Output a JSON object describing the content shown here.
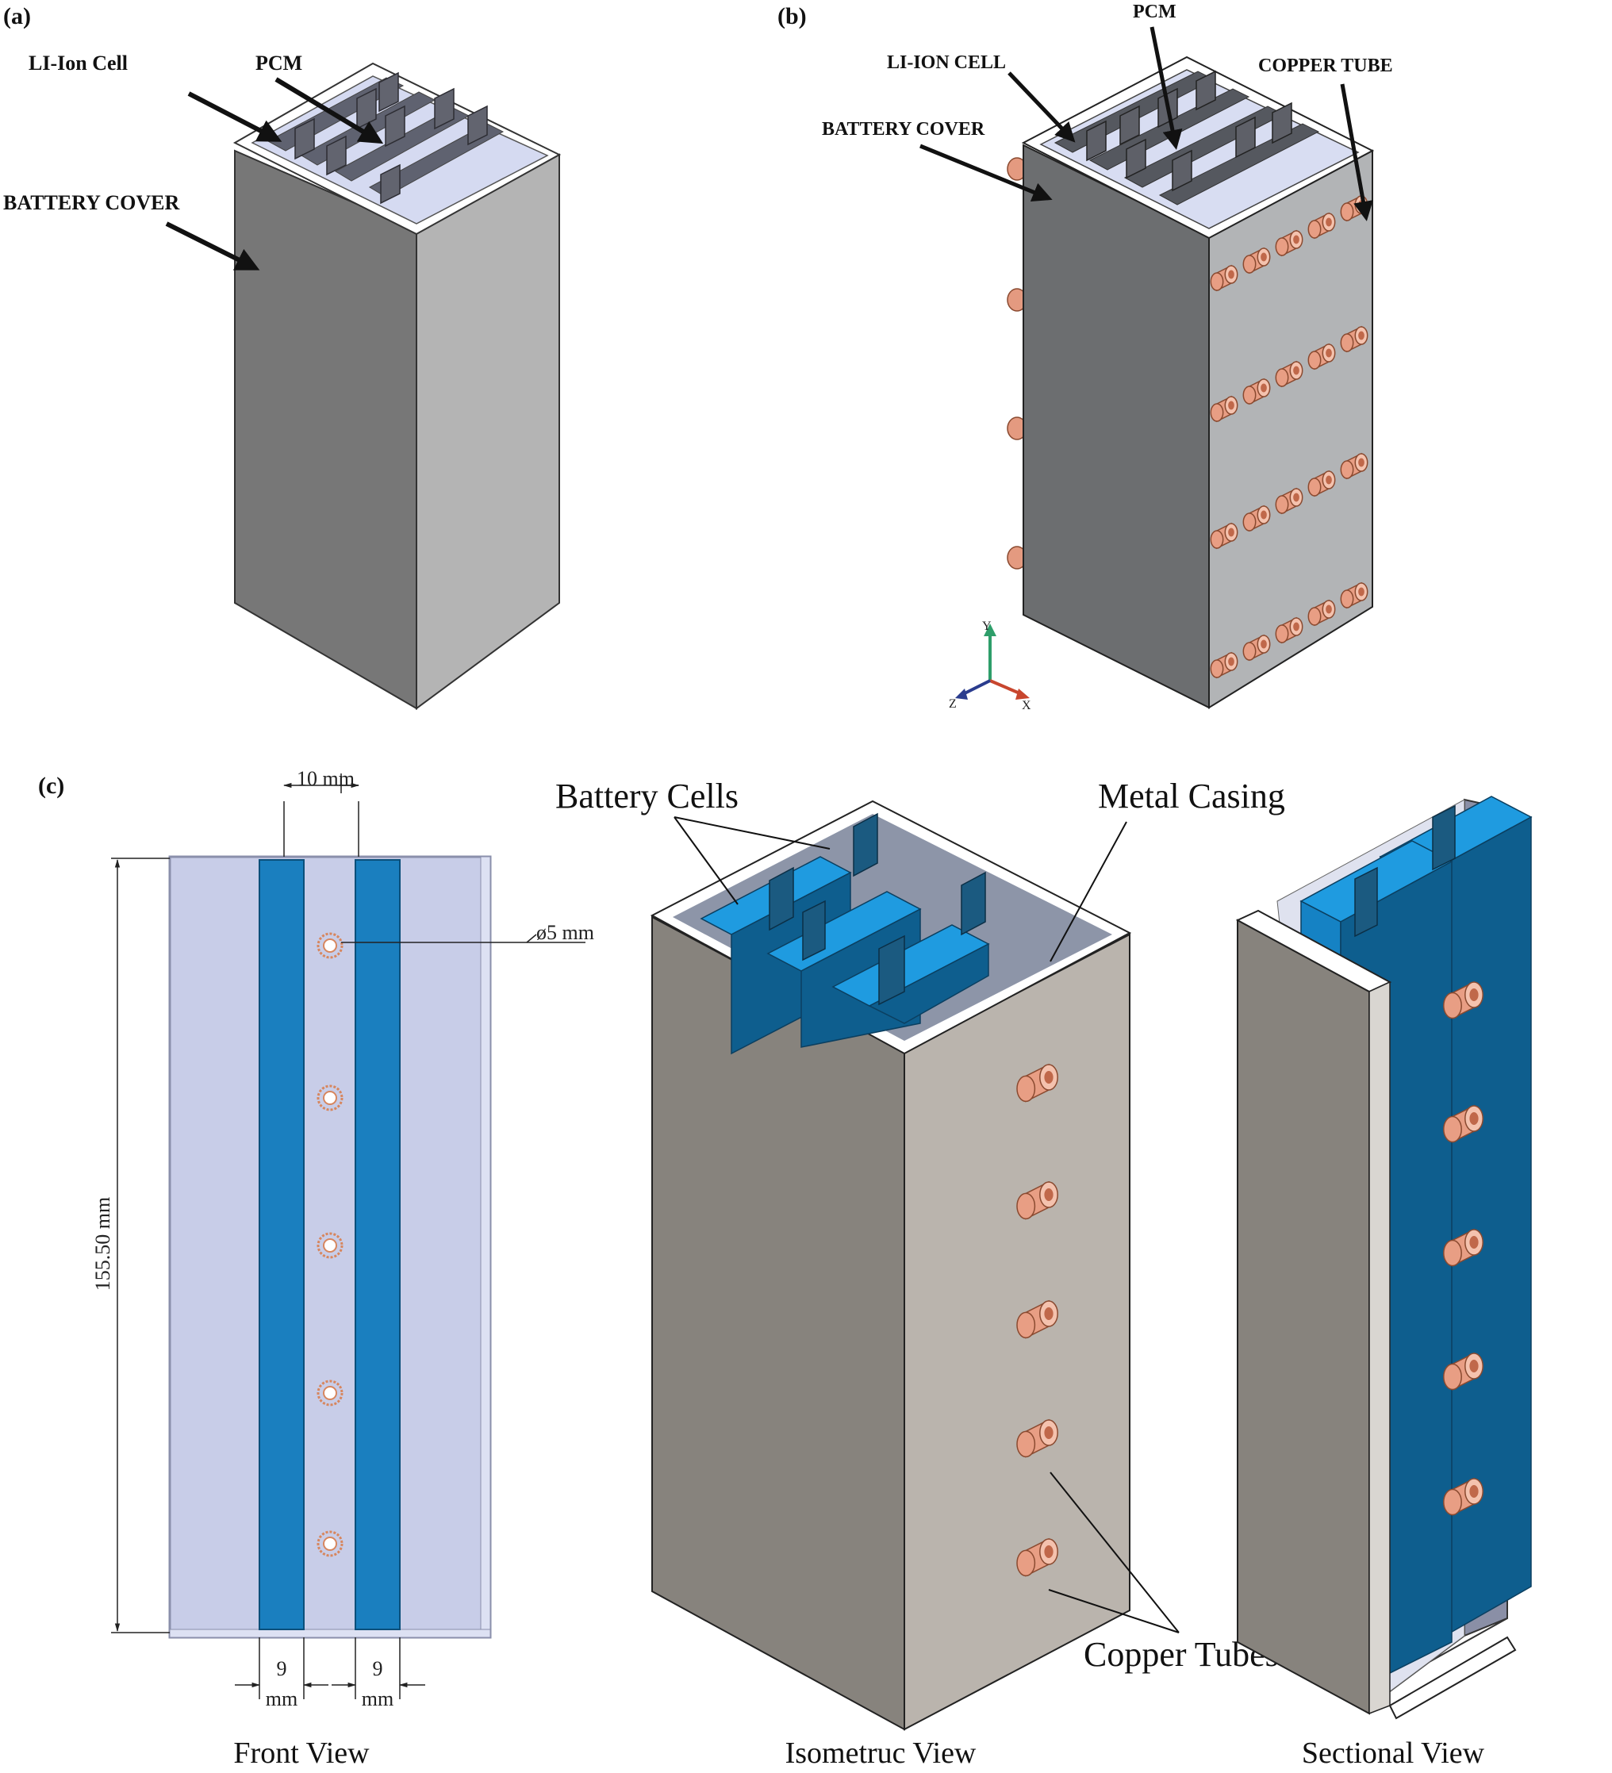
{
  "panel_a": {
    "tag": "(a)",
    "labels": {
      "pcm": "PCM",
      "cell": "LI-Ion Cell",
      "cover": "BATTERY COVER"
    }
  },
  "panel_b": {
    "tag": "(b)",
    "labels": {
      "pcm": "PCM",
      "cell": "LI-ION CELL",
      "cover": "BATTERY COVER",
      "tube": "COPPER TUBE"
    },
    "axes": {
      "y": "Y",
      "z": "Z",
      "x": "X"
    }
  },
  "panel_c": {
    "tag": "(c)",
    "dimensions": {
      "gap": "10 mm",
      "diameter": "ø5 mm",
      "height": "155.50 mm",
      "cell_width_left_value": "9",
      "cell_width_left_unit": "mm",
      "cell_width_right_value": "9",
      "cell_width_right_unit": "mm"
    },
    "labels": {
      "battery_cells": "Battery Cells",
      "metal_casing": "Metal Casing",
      "copper_tubes": "Copper Tubes"
    },
    "captions": {
      "front": "Front View",
      "isometric": "Isometruc View",
      "sectional": "Sectional View"
    }
  },
  "colors": {
    "cover_dark": "#777777",
    "cover_light": "#b4b4b4",
    "cell_blue": "#1a7fbf",
    "cell_dark": "#0d5a87",
    "copper": "#e89e84",
    "casing_left": "#87837d",
    "casing_right": "#bab4ad",
    "front_bg": "#c8cde8"
  }
}
